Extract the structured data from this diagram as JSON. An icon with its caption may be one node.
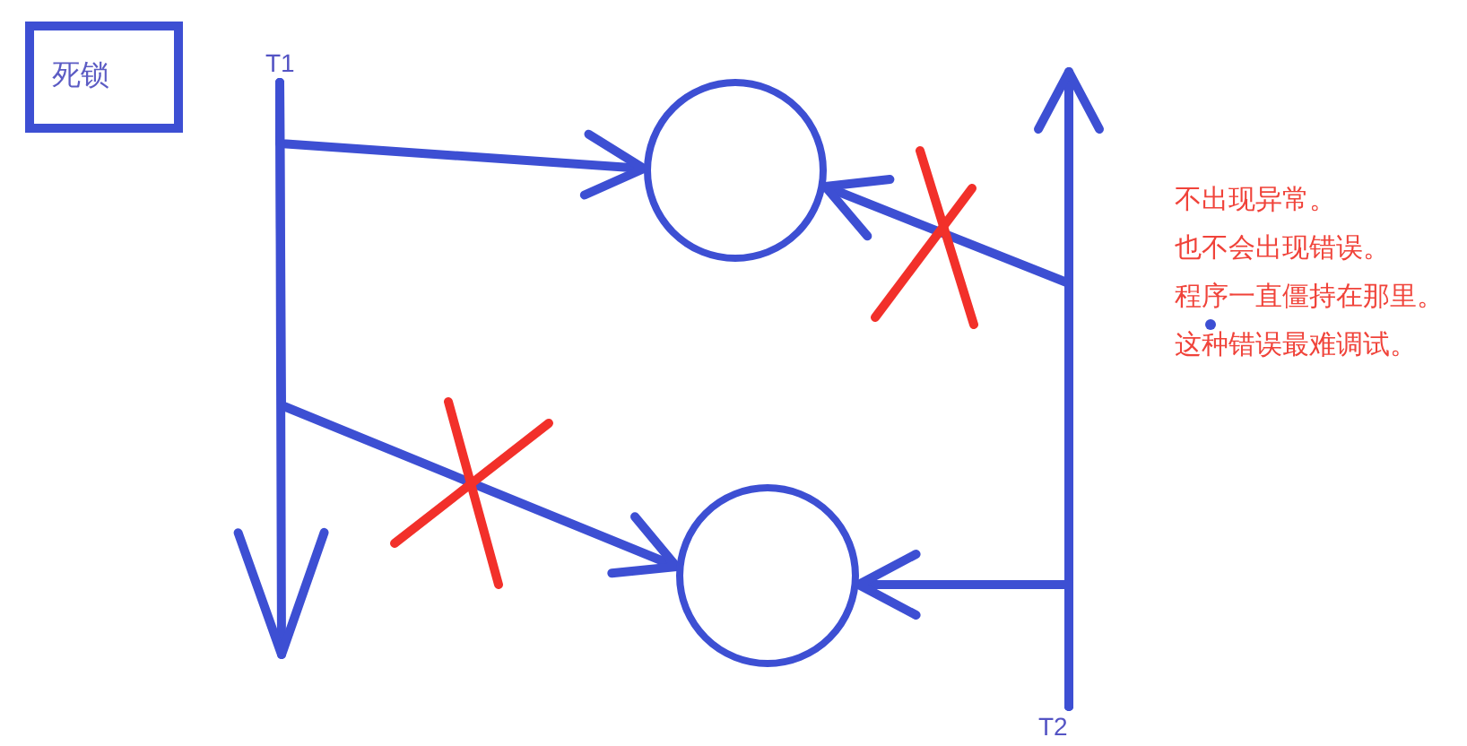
{
  "diagram": {
    "nodes": [
      {
        "text": [
          "死锁"
        ]
      },
      {
        "text": [
          "T1"
        ]
      },
      {
        "text": [],
        "shape": "circle"
      },
      {
        "text": [],
        "shape": "circle"
      },
      {
        "text": [
          "T2"
        ]
      }
    ],
    "edges": [
      {
        "from": 1,
        "to": null,
        "arrow": "to"
      },
      {
        "from": 1,
        "to": 2,
        "arrow": "to"
      },
      {
        "from": 1,
        "to": 3,
        "arrow": "to"
      },
      {
        "from": 4,
        "to": null,
        "arrow": "to"
      },
      {
        "from": 4,
        "to": 2,
        "arrow": "to"
      },
      {
        "from": 4,
        "to": 3,
        "arrow": "to"
      }
    ],
    "labels": [
      "不出现异常。",
      "也不会出现错误。",
      "程序一直僵持在那里。",
      "这种错误最难调试。"
    ]
  }
}
